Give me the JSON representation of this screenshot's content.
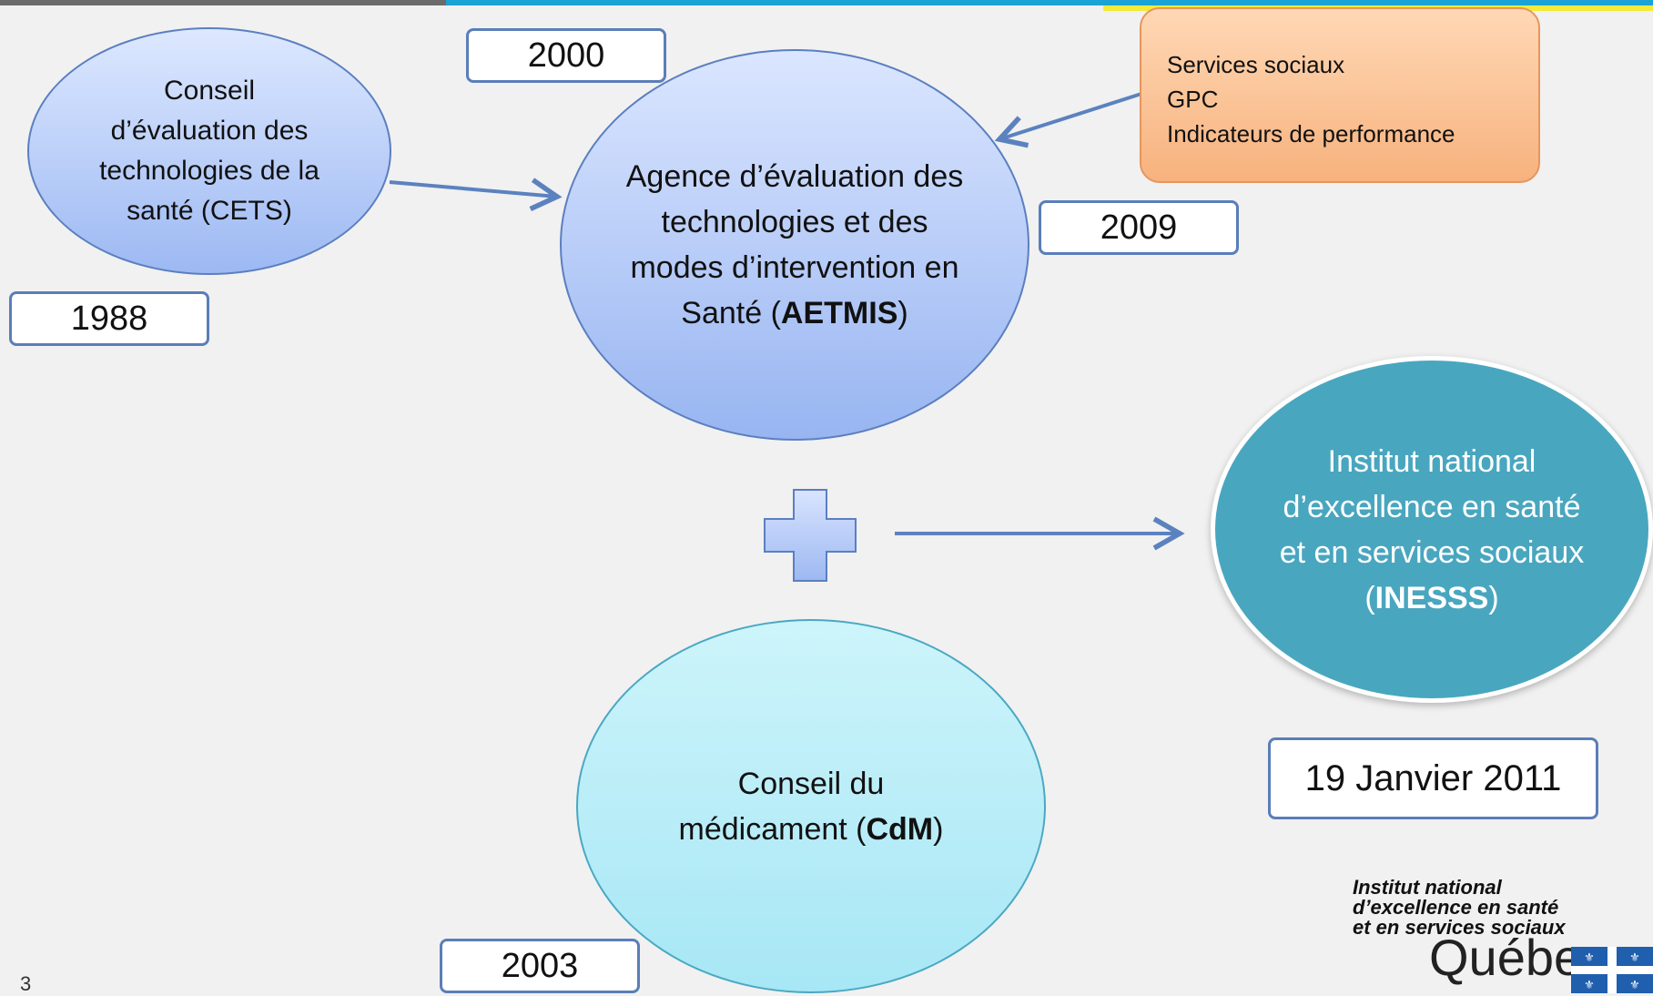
{
  "nodes": {
    "cets": {
      "label": "Conseil d’évaluation des technologies de la santé (CETS)",
      "year": "1988"
    },
    "aetmis": {
      "label_prefix": "Agence d’évaluation des technologies et des modes d’intervention en Santé (",
      "acronym": "AETMIS",
      "label_suffix": ")",
      "year": "2000"
    },
    "cdm": {
      "label_prefix": "Conseil du médicament (",
      "acronym": "CdM",
      "label_suffix": ")",
      "year": "2003"
    },
    "inesss": {
      "label_prefix": "Institut national d’excellence en santé et en services sociaux (",
      "acronym": "INESSS",
      "label_suffix": ")",
      "date": "19 Janvier 2011"
    }
  },
  "additions": {
    "year": "2009",
    "items": [
      "Services sociaux",
      "GPC",
      "Indicateurs de  performance"
    ]
  },
  "logo": {
    "line1": "Institut national",
    "line2": "d’excellence en santé",
    "line3": "et en services sociaux",
    "wordmark": "Québec"
  },
  "page_number": "3",
  "colors": {
    "accent_blue": "#1aa3d4",
    "accent_yellow": "#f3ea3a",
    "inesss_fill": "#49a6bf",
    "arrow": "#5b82bf"
  }
}
